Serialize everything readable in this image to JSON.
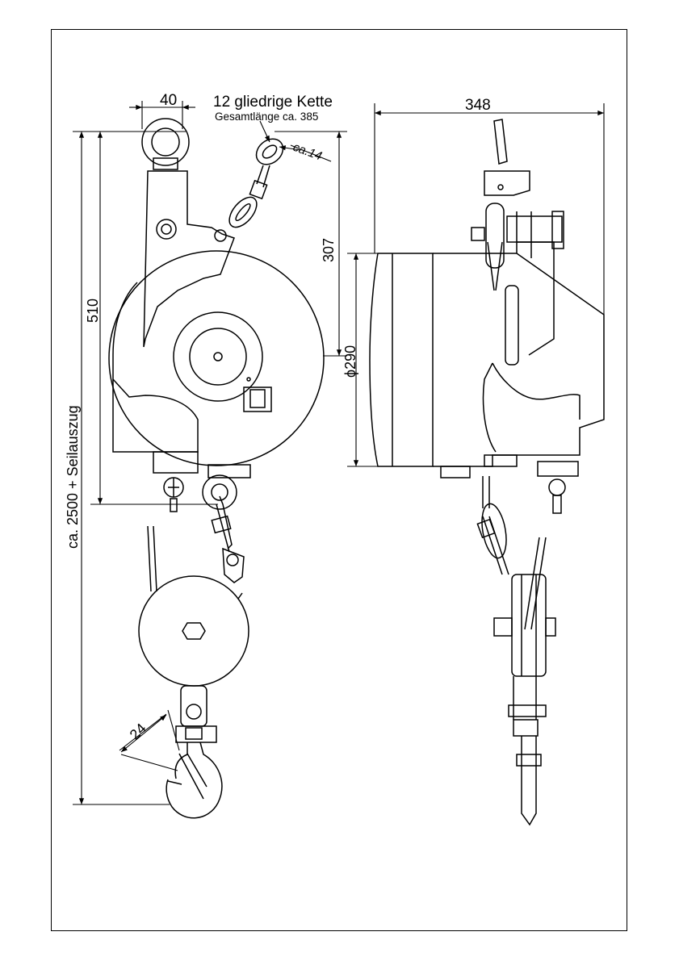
{
  "chain_note": {
    "line1": "12  gliedrige  Kette",
    "line2": "Gesamtlänge  ca.  385",
    "link_label": "ca.14"
  },
  "dimensions": {
    "ring_width": "40",
    "total_width": "348",
    "drum_diameter": "ϕ290",
    "height_to_drum": "307",
    "body_height": "510",
    "cable_extension": "ca.  2500  +  Seilauszug",
    "hook_opening": "24"
  }
}
